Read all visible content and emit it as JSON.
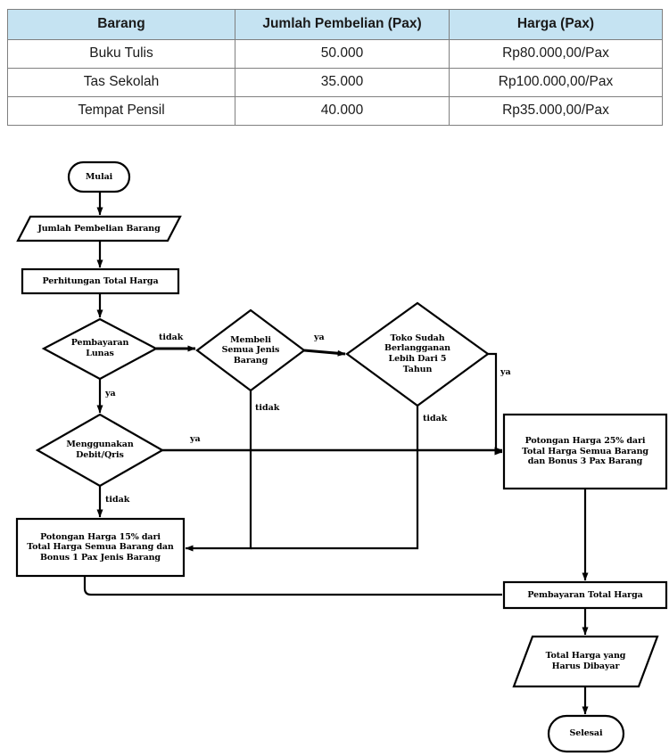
{
  "table": {
    "headers": [
      "Barang",
      "Jumlah Pembelian (Pax)",
      "Harga (Pax)"
    ],
    "header_bg": "#c5e3f2",
    "rows": [
      {
        "barang": "Buku Tulis",
        "jumlah": "50.000",
        "harga": "Rp80.000,00/Pax"
      },
      {
        "barang": "Tas Sekolah",
        "jumlah": "35.000",
        "harga": "Rp100.000,00/Pax"
      },
      {
        "barang": "Tempat Pensil",
        "jumlah": "40.000",
        "harga": "Rp35.000,00/Pax"
      }
    ]
  },
  "flowchart": {
    "type": "flowchart",
    "nodes": {
      "start": {
        "shape": "terminator",
        "label": "Mulai"
      },
      "input": {
        "shape": "parallelogram",
        "label": "Jumlah Pembelian Barang"
      },
      "process1": {
        "shape": "process",
        "label": "Perhitungan Total Harga"
      },
      "dec_lunas": {
        "shape": "decision",
        "label": "Pembayaran\nLunas"
      },
      "dec_semua": {
        "shape": "decision",
        "label": "Membeli\nSemua Jenis\nBarang"
      },
      "dec_toko": {
        "shape": "decision",
        "label": "Toko Sudah\nBerlangganan\nLebih Dari 5\nTahun"
      },
      "dec_debit": {
        "shape": "decision",
        "label": "Menggunakan\nDebit/Qris"
      },
      "disc25": {
        "shape": "process",
        "label": "Potongan Harga 25% dari\nTotal Harga Semua Barang\ndan Bonus 3 Pax Barang"
      },
      "disc15": {
        "shape": "process",
        "label": "Potongan Harga 15% dari\nTotal Harga Semua Barang dan\nBonus 1 Pax Jenis Barang"
      },
      "pay": {
        "shape": "process",
        "label": "Pembayaran Total Harga"
      },
      "output": {
        "shape": "parallelogram",
        "label": "Total Harga yang\nHarus Dibayar"
      },
      "end": {
        "shape": "terminator",
        "label": "Selesai"
      }
    },
    "edge_labels": {
      "lunas_tidak": "tidak",
      "lunas_ya": "ya",
      "semua_ya": "ya",
      "semua_tidak": "tidak",
      "toko_ya": "ya",
      "toko_tidak": "tidak",
      "debit_ya": "ya",
      "debit_tidak": "tidak"
    }
  }
}
